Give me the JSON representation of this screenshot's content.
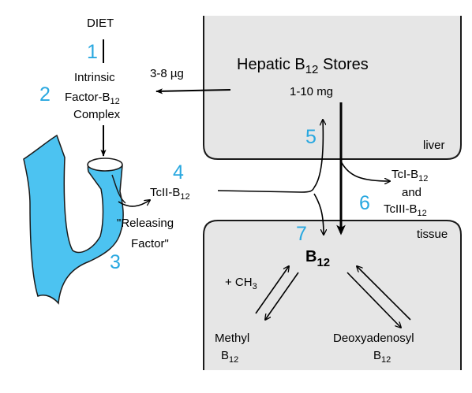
{
  "colors": {
    "step_number": "#29a8e0",
    "gut": "#4cc3f1",
    "panel_fill": "#e6e6e6",
    "panel_stroke": "#1a1a1a"
  },
  "steps": {
    "s1": "1",
    "s2": "2",
    "s3": "3",
    "s4": "4",
    "s5": "5",
    "s6": "6",
    "s7": "7"
  },
  "labels": {
    "diet": "DIET",
    "if_line1": "Intrinsic",
    "if_line2_prefix": "Factor-B",
    "if_line2_sub": "12",
    "if_line3": "Complex",
    "transfer_amount": "3-8 µg",
    "hepatic_prefix": "Hepatic B",
    "hepatic_sub": "12",
    "hepatic_suffix": " Stores",
    "hepatic_amount": "1-10 mg",
    "liver": "liver",
    "tissue": "tissue",
    "tcii_prefix": "TcII-B",
    "tcii_sub": "12",
    "releasing_line1": "\"Releasing",
    "releasing_line2": "Factor\"",
    "tci_prefix": "TcI-B",
    "tci_sub": "12",
    "and": "and",
    "tciii_prefix": "TcIII-B",
    "tciii_sub": "12",
    "b12_main": "B",
    "b12_main_sub": "12",
    "methylation": "+ CH",
    "methylation_sub": "3",
    "methyl_line1": "Methyl",
    "methyl_line2_prefix": "B",
    "methyl_line2_sub": "12",
    "deoxy_line1": "Deoxyadenosyl",
    "deoxy_line2_prefix": "B",
    "deoxy_line2_sub": "12"
  }
}
